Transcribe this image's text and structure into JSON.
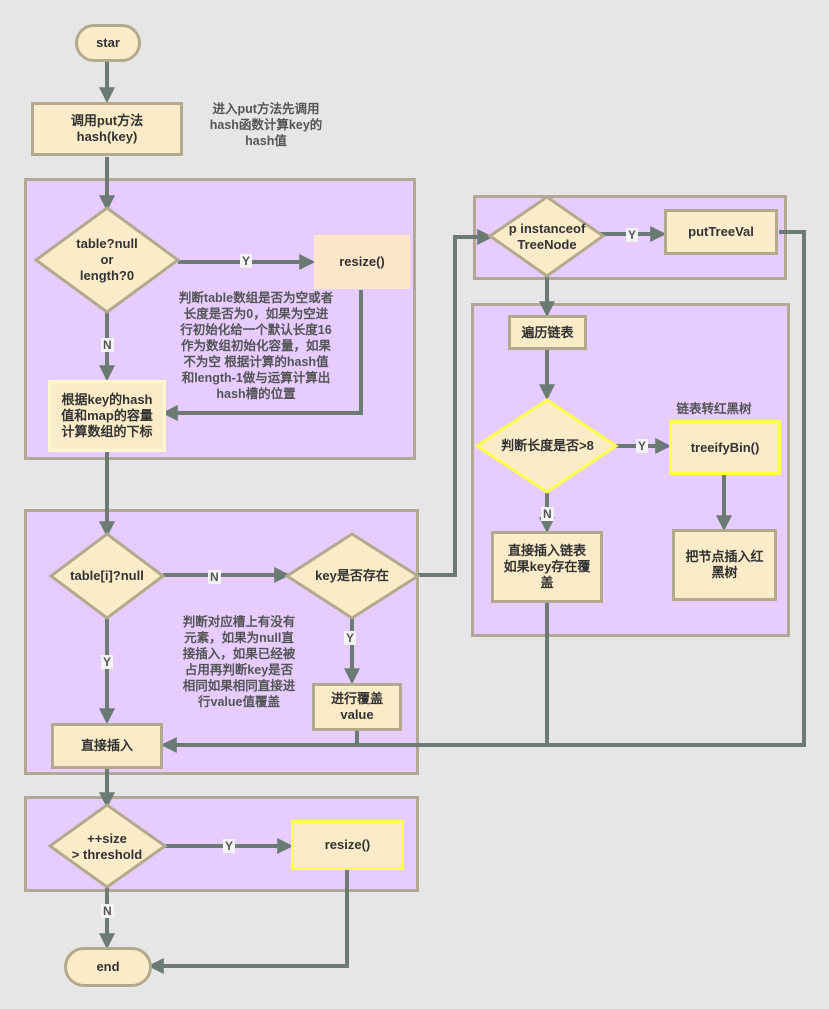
{
  "nodes": {
    "start": "star",
    "call_put": "调用put方法\nhash(key)",
    "check_table": "table?null\nor\nlength?0",
    "resize1": "resize()",
    "index_calc": "根据key的hash\n值和map的容量\n计算数组的下标",
    "slot_null": "table[i]?null",
    "key_exists": "key是否存在",
    "overwrite": "进行覆盖\nvalue",
    "direct_insert": "直接插入",
    "instanceof": "p instanceof\nTreeNode",
    "put_tree_val": "putTreeVal",
    "traverse_list": "遍历链表",
    "len_check": "判断长度是否>8",
    "treeify": "treeifyBin()",
    "list_insert": "直接插入链表\n如果key存在覆\n盖",
    "tree_insert": "把节点插入红\n黑树",
    "size_check": "++size\n> threshold",
    "resize2": "resize()",
    "end": "end"
  },
  "notes": {
    "hash_note": "进入put方法先调用\nhash函数计算key的\nhash值",
    "table_note": "判断table数组是否为空或者\n长度是否为0，如果为空进\n行初始化给一个默认长度16\n作为数组初始化容量，如果\n不为空 根据计算的hash值\n和length-1做与运算计算出\nhash槽的位置",
    "slot_note": "判断对应槽上有没有\n元素，如果为null直\n接插入，如果已经被\n占用再判断key是否\n相同如果相同直接进\n行value值覆盖",
    "treeify_note": "链表转红黑树"
  },
  "edge_labels": {
    "table_yes": "Y",
    "table_no": "N",
    "slot_no": "N",
    "slot_yes": "Y",
    "key_yes": "Y",
    "tree_yes": "Y",
    "len_yes": "Y",
    "len_no": "N",
    "size_yes": "Y",
    "size_no": "N"
  },
  "colors": {
    "region_fill": "#e6ccff",
    "region_border": "#b3a896",
    "node_fill": "#faecc8",
    "node_border": "#b3a98c",
    "highlight_border": "#ffff4d",
    "edge": "#6b7b73",
    "background": "#e6e6e6"
  }
}
